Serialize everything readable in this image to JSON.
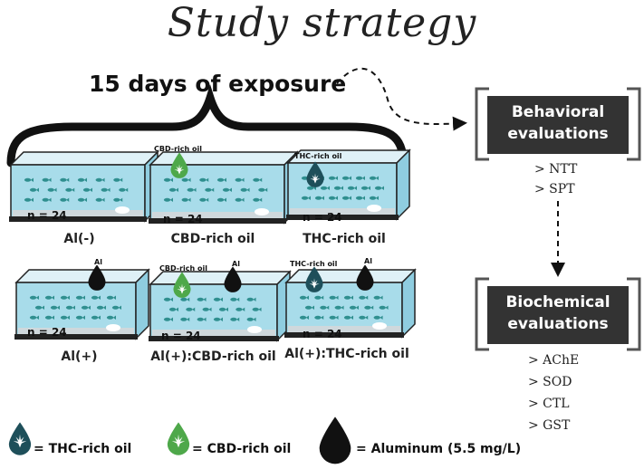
{
  "title": "Study strategy",
  "exposure_label": "15 days of exposure",
  "tanks": [
    {
      "n": "n = 24",
      "label": "Al(-)",
      "oil_label": ""
    },
    {
      "n": "n = 24",
      "label": "CBD-rich oil",
      "oil_label": "CBD-rich oil"
    },
    {
      "n": "n = 24",
      "label": "THC-rich oil",
      "oil_label": "THC-rich oil"
    },
    {
      "n": "n = 24",
      "label": "Al(+)",
      "oil_label": "",
      "al_label": "Al"
    },
    {
      "n": "n = 24",
      "label": "Al(+):CBD-rich oil",
      "oil_label": "CBD-rich oil",
      "al_label": "Al"
    },
    {
      "n": "n = 24",
      "label": "Al(+):THC-rich oil",
      "oil_label": "THC-rich oil",
      "al_label": "Al"
    }
  ],
  "behavioral": {
    "line1": "Behavioral",
    "line2": "evaluations",
    "items": [
      "> NTT",
      "> SPT"
    ]
  },
  "biochemical": {
    "line1": "Biochemical",
    "line2": "evaluations",
    "items": [
      "> AChE",
      "> SOD",
      "> CTL",
      "> GST"
    ]
  },
  "legend": {
    "thc": "= THC-rich oil",
    "cbd": "= CBD-rich oil",
    "al": "= Aluminum (5.5 mg/L)"
  },
  "colors": {
    "water": "#a8dcea",
    "fish": "#2f8f8f",
    "thc_drop": "#1e4f5a",
    "cbd_drop": "#4ea84a",
    "al_drop": "#111111",
    "box": "#333333"
  }
}
